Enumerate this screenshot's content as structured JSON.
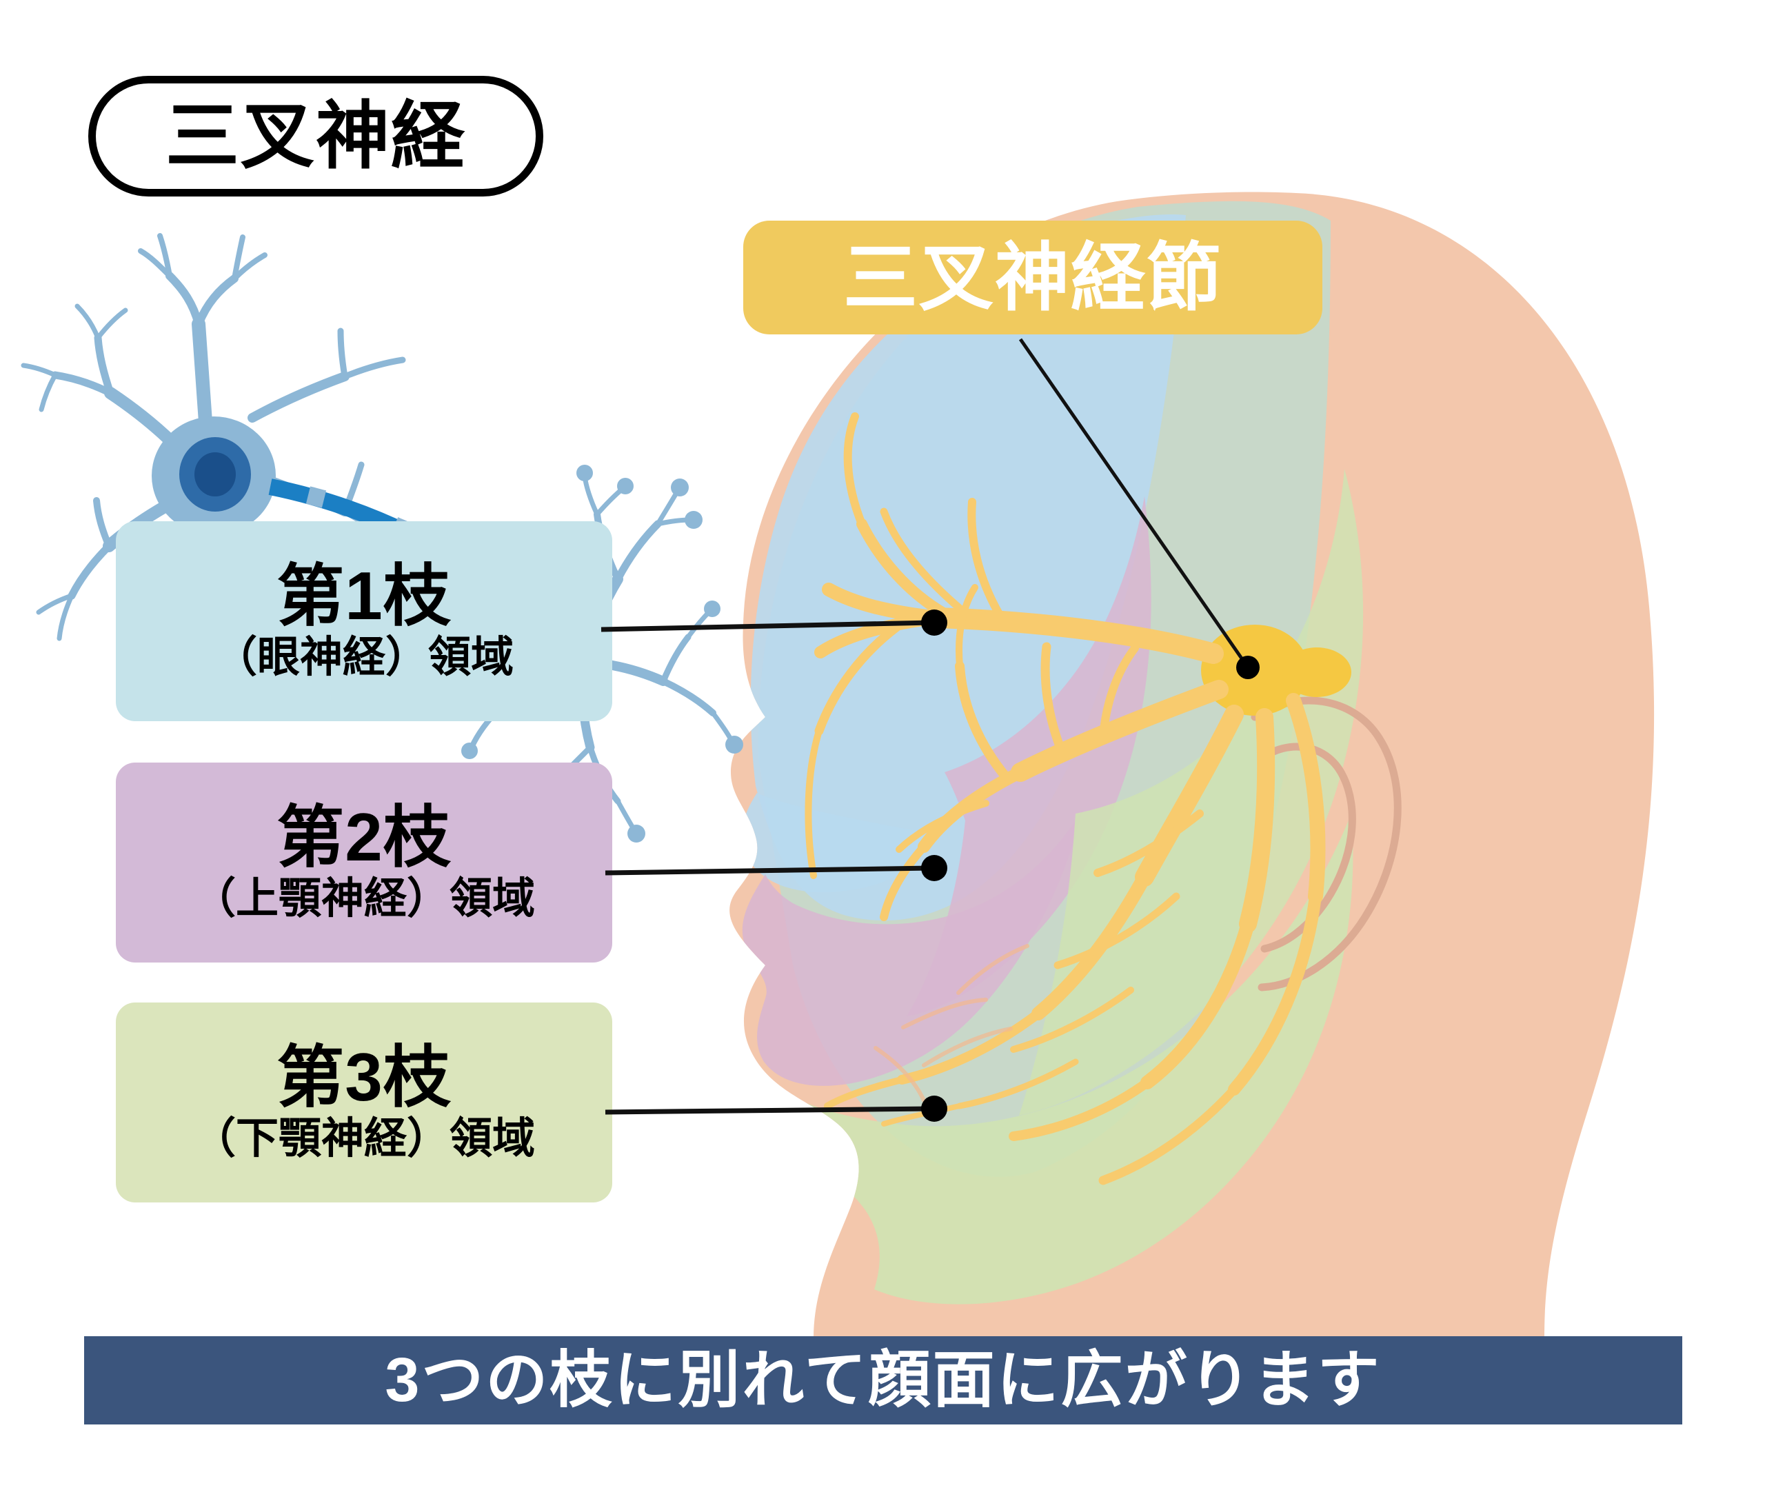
{
  "title": {
    "label": "三叉神経"
  },
  "ganglion": {
    "label": "三叉神経節"
  },
  "legend": {
    "items": [
      {
        "main": "第1枝",
        "sub": "（眼神経）領域",
        "color": "#c5e3ea",
        "region_color": "#b8d9ef"
      },
      {
        "main": "第2枝",
        "sub": "（上顎神経）領域",
        "color": "#d3bad7",
        "region_color": "#d8b6d0"
      },
      {
        "main": "第3枝",
        "sub": "（下顎神経）領域",
        "color": "#dbe5bc",
        "region_color": "#cfe3b3"
      }
    ]
  },
  "footer": {
    "caption": "3つの枝に別れて顔面に広がります"
  },
  "colors": {
    "badge_yellow": "#f0ca5e",
    "banner_navy": "#3b557d",
    "nerve_yellow": "#f8cb6e",
    "ganglion_yellow": "#f5c842",
    "skin_peach": "#f3c7ac",
    "neuron_blue": "#8db7d6",
    "neuron_axon": "#1b7fc4",
    "neuron_nucleus": "#1a4f8a",
    "outline_black": "#000000"
  },
  "illustration": {
    "neuron_name": "neuron-diagram",
    "head_name": "head-profile-diagram",
    "leader_lines": 3
  }
}
